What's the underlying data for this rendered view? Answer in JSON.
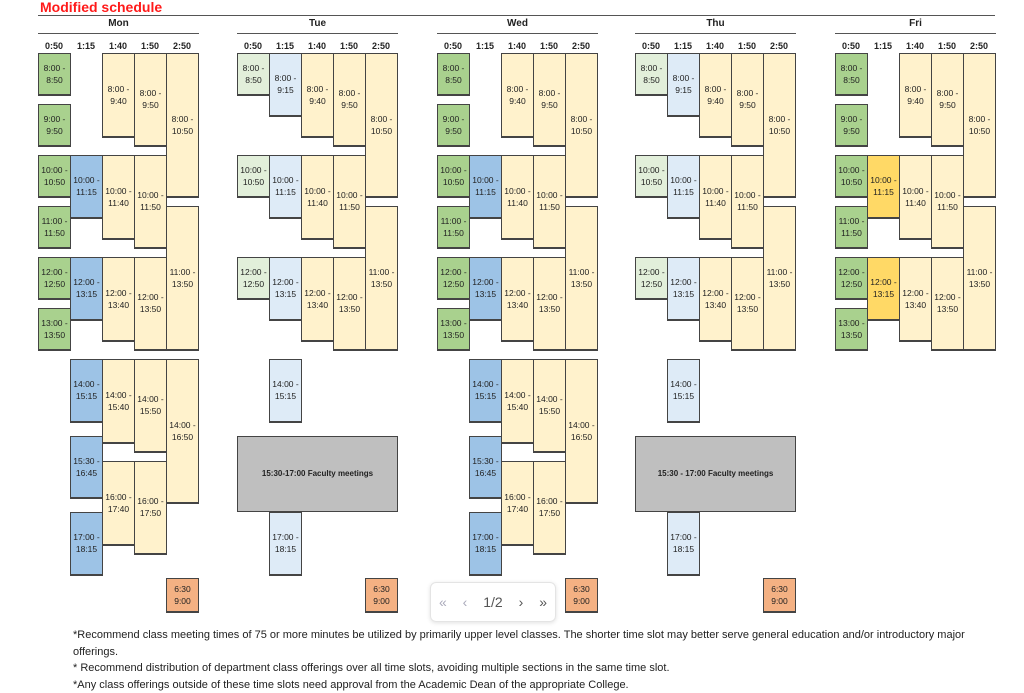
{
  "title": "Modified schedule",
  "column_headers": [
    "0:50",
    "1:15",
    "1:40",
    "1:50",
    "2:50"
  ],
  "days": [
    {
      "name": "Mon",
      "meeting": null,
      "evening": [
        "6:30",
        "9:00"
      ],
      "blocks": [
        [
          0,
          "8:00",
          "8:50",
          "g"
        ],
        [
          0,
          "9:00",
          "9:50",
          "g"
        ],
        [
          0,
          "10:00",
          "10:50",
          "g"
        ],
        [
          0,
          "11:00",
          "11:50",
          "g"
        ],
        [
          0,
          "12:00",
          "12:50",
          "g"
        ],
        [
          0,
          "13:00",
          "13:50",
          "g"
        ],
        [
          1,
          "10:00",
          "11:15",
          "b"
        ],
        [
          1,
          "12:00",
          "13:15",
          "b"
        ],
        [
          1,
          "14:00",
          "15:15",
          "b"
        ],
        [
          1,
          "15:30",
          "16:45",
          "b"
        ],
        [
          1,
          "17:00",
          "18:15",
          "b"
        ],
        [
          2,
          "8:00",
          "9:40",
          "y"
        ],
        [
          2,
          "10:00",
          "11:40",
          "y"
        ],
        [
          2,
          "12:00",
          "13:40",
          "y"
        ],
        [
          2,
          "14:00",
          "15:40",
          "y"
        ],
        [
          2,
          "16:00",
          "17:40",
          "y"
        ],
        [
          3,
          "8:00",
          "9:50",
          "y"
        ],
        [
          3,
          "10:00",
          "11:50",
          "y"
        ],
        [
          3,
          "12:00",
          "13:50",
          "y"
        ],
        [
          3,
          "14:00",
          "15:50",
          "y"
        ],
        [
          3,
          "16:00",
          "17:50",
          "y"
        ],
        [
          4,
          "8:00",
          "10:50",
          "y"
        ],
        [
          4,
          "11:00",
          "13:50",
          "y"
        ],
        [
          4,
          "14:00",
          "16:50",
          "y"
        ]
      ]
    },
    {
      "name": "Tue",
      "meeting": "15:30-17:00 Faculty meetings",
      "evening": [
        "6:30",
        "9:00"
      ],
      "blocks": [
        [
          0,
          "8:00",
          "8:50",
          "lg"
        ],
        [
          0,
          "10:00",
          "10:50",
          "lg"
        ],
        [
          0,
          "12:00",
          "12:50",
          "lg"
        ],
        [
          1,
          "8:00",
          "9:15",
          "lb"
        ],
        [
          1,
          "10:00",
          "11:15",
          "lb"
        ],
        [
          1,
          "12:00",
          "13:15",
          "lb"
        ],
        [
          1,
          "14:00",
          "15:15",
          "lb"
        ],
        [
          1,
          "17:00",
          "18:15",
          "lb"
        ],
        [
          2,
          "8:00",
          "9:40",
          "y"
        ],
        [
          2,
          "10:00",
          "11:40",
          "y"
        ],
        [
          2,
          "12:00",
          "13:40",
          "y"
        ],
        [
          3,
          "8:00",
          "9:50",
          "y"
        ],
        [
          3,
          "10:00",
          "11:50",
          "y"
        ],
        [
          3,
          "12:00",
          "13:50",
          "y"
        ],
        [
          4,
          "8:00",
          "10:50",
          "y"
        ],
        [
          4,
          "11:00",
          "13:50",
          "y"
        ]
      ]
    },
    {
      "name": "Wed",
      "meeting": null,
      "evening": [
        "6:30",
        "9:00"
      ],
      "blocks": [
        [
          0,
          "8:00",
          "8:50",
          "g"
        ],
        [
          0,
          "9:00",
          "9:50",
          "g"
        ],
        [
          0,
          "10:00",
          "10:50",
          "g"
        ],
        [
          0,
          "11:00",
          "11:50",
          "g"
        ],
        [
          0,
          "12:00",
          "12:50",
          "g"
        ],
        [
          0,
          "13:00",
          "13:50",
          "g"
        ],
        [
          1,
          "10:00",
          "11:15",
          "b"
        ],
        [
          1,
          "12:00",
          "13:15",
          "b"
        ],
        [
          1,
          "14:00",
          "15:15",
          "b"
        ],
        [
          1,
          "15:30",
          "16:45",
          "b"
        ],
        [
          1,
          "17:00",
          "18:15",
          "b"
        ],
        [
          2,
          "8:00",
          "9:40",
          "y"
        ],
        [
          2,
          "10:00",
          "11:40",
          "y"
        ],
        [
          2,
          "12:00",
          "13:40",
          "y"
        ],
        [
          2,
          "14:00",
          "15:40",
          "y"
        ],
        [
          2,
          "16:00",
          "17:40",
          "y"
        ],
        [
          3,
          "8:00",
          "9:50",
          "y"
        ],
        [
          3,
          "10:00",
          "11:50",
          "y"
        ],
        [
          3,
          "12:00",
          "13:50",
          "y"
        ],
        [
          3,
          "14:00",
          "15:50",
          "y"
        ],
        [
          3,
          "16:00",
          "17:50",
          "y"
        ],
        [
          4,
          "8:00",
          "10:50",
          "y"
        ],
        [
          4,
          "11:00",
          "13:50",
          "y"
        ],
        [
          4,
          "14:00",
          "16:50",
          "y"
        ]
      ]
    },
    {
      "name": "Thu",
      "meeting": "15:30 - 17:00  Faculty meetings",
      "evening": [
        "6:30",
        "9:00"
      ],
      "blocks": [
        [
          0,
          "8:00",
          "8:50",
          "lg"
        ],
        [
          0,
          "10:00",
          "10:50",
          "lg"
        ],
        [
          0,
          "12:00",
          "12:50",
          "lg"
        ],
        [
          1,
          "8:00",
          "9:15",
          "lb"
        ],
        [
          1,
          "10:00",
          "11:15",
          "lb"
        ],
        [
          1,
          "12:00",
          "13:15",
          "lb"
        ],
        [
          1,
          "14:00",
          "15:15",
          "lb"
        ],
        [
          1,
          "17:00",
          "18:15",
          "lb"
        ],
        [
          2,
          "8:00",
          "9:40",
          "y"
        ],
        [
          2,
          "10:00",
          "11:40",
          "y"
        ],
        [
          2,
          "12:00",
          "13:40",
          "y"
        ],
        [
          3,
          "8:00",
          "9:50",
          "y"
        ],
        [
          3,
          "10:00",
          "11:50",
          "y"
        ],
        [
          3,
          "12:00",
          "13:50",
          "y"
        ],
        [
          4,
          "8:00",
          "10:50",
          "y"
        ],
        [
          4,
          "11:00",
          "13:50",
          "y"
        ]
      ]
    },
    {
      "name": "Fri",
      "meeting": null,
      "evening": null,
      "blocks": [
        [
          0,
          "8:00",
          "8:50",
          "g"
        ],
        [
          0,
          "9:00",
          "9:50",
          "g"
        ],
        [
          0,
          "10:00",
          "10:50",
          "g"
        ],
        [
          0,
          "11:00",
          "11:50",
          "g"
        ],
        [
          0,
          "12:00",
          "12:50",
          "g"
        ],
        [
          0,
          "13:00",
          "13:50",
          "g"
        ],
        [
          1,
          "10:00",
          "11:15",
          "o"
        ],
        [
          1,
          "12:00",
          "13:15",
          "o"
        ],
        [
          2,
          "8:00",
          "9:40",
          "y"
        ],
        [
          2,
          "10:00",
          "11:40",
          "y"
        ],
        [
          2,
          "12:00",
          "13:40",
          "y"
        ],
        [
          3,
          "8:00",
          "9:50",
          "y"
        ],
        [
          3,
          "10:00",
          "11:50",
          "y"
        ],
        [
          3,
          "12:00",
          "13:50",
          "y"
        ],
        [
          4,
          "8:00",
          "10:50",
          "y"
        ],
        [
          4,
          "11:00",
          "13:50",
          "y"
        ]
      ]
    }
  ],
  "notes": [
    "*Recommend class meeting times of 75 or more minutes be utilized by primarily upper level classes. The shorter time slot may better serve general education and/or introductory major offerings.",
    "* Recommend distribution of department class offerings over all time slots, avoiding multiple sections in the same time slot.",
    "*Any class offerings outside of these time slots need approval from the Academic Dean of the appropriate College."
  ],
  "pager": {
    "first": "«",
    "prev": "‹",
    "page": "1/2",
    "next": "›",
    "last": "»"
  }
}
